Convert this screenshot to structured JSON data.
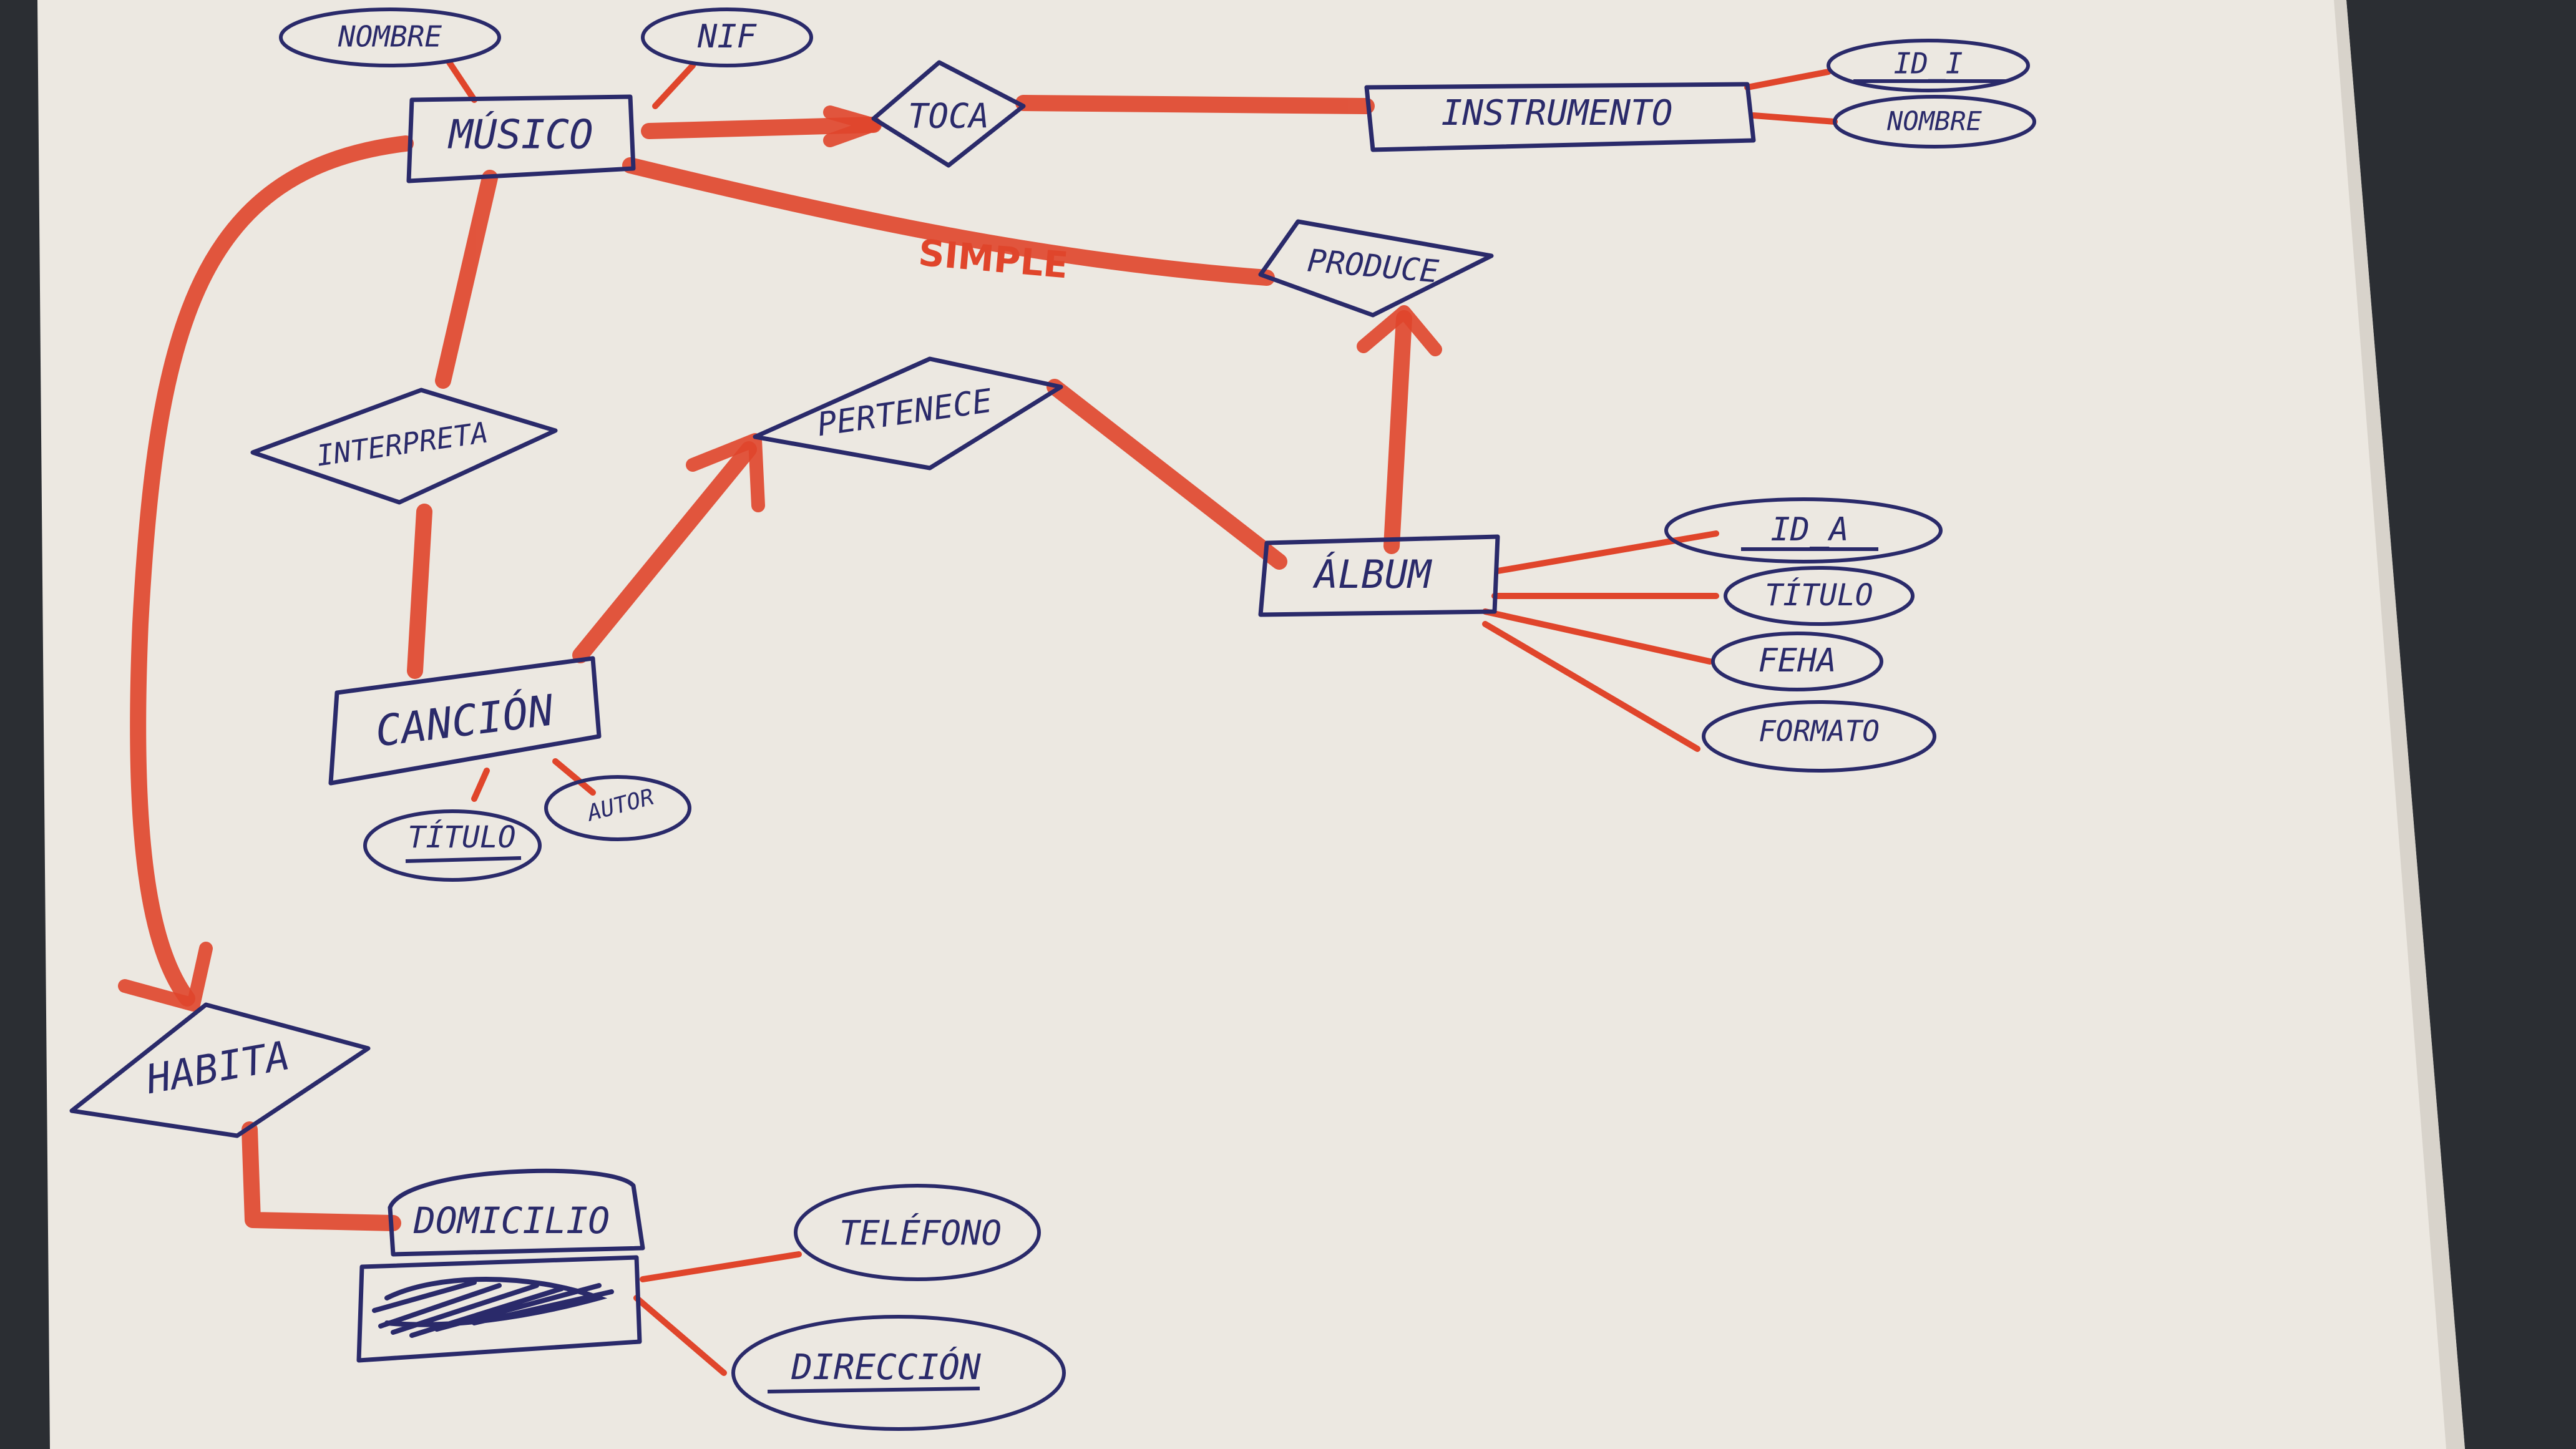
{
  "colors": {
    "paper": "#ece8e1",
    "background": "#2b2e33",
    "ink": "#2a2a6a",
    "marker": "#e0452b"
  },
  "entities": [
    {
      "id": "musico",
      "label": "MÚSICO"
    },
    {
      "id": "instrumento",
      "label": "INSTRUMENTO"
    },
    {
      "id": "cancion",
      "label": "CANCIÓN"
    },
    {
      "id": "album",
      "label": "ÁLBUM"
    },
    {
      "id": "domicilio",
      "label": "DOMICILIO"
    }
  ],
  "relationships": [
    {
      "id": "toca",
      "label": "TOCA"
    },
    {
      "id": "produce",
      "label": "PRODUCE"
    },
    {
      "id": "interpreta",
      "label": "INTERPRETA"
    },
    {
      "id": "pertenece",
      "label": "PERTENECE"
    },
    {
      "id": "habita",
      "label": "HABITA"
    }
  ],
  "attributes": [
    {
      "id": "musico-nombre",
      "label": "NOMBRE",
      "key": false
    },
    {
      "id": "musico-nif",
      "label": "NIF",
      "key": false
    },
    {
      "id": "instrumento-id",
      "label": "ID_I",
      "key": true
    },
    {
      "id": "instrumento-nombre",
      "label": "NOMBRE",
      "key": false
    },
    {
      "id": "album-id",
      "label": "ID_A",
      "key": true
    },
    {
      "id": "album-titulo",
      "label": "TÍTULO",
      "key": false
    },
    {
      "id": "album-fecha",
      "label": "FEHA",
      "key": false
    },
    {
      "id": "album-formato",
      "label": "FORMATO",
      "key": false
    },
    {
      "id": "cancion-titulo",
      "label": "TÍTULO",
      "key": true
    },
    {
      "id": "cancion-autor",
      "label": "AUTOR",
      "key": false
    },
    {
      "id": "domicilio-telefono",
      "label": "TELÉFONO",
      "key": false
    },
    {
      "id": "domicilio-direccion",
      "label": "DIRECCIÓN",
      "key": true
    }
  ],
  "annotations": [
    {
      "id": "simple-note",
      "label": "SIMPLE"
    }
  ]
}
